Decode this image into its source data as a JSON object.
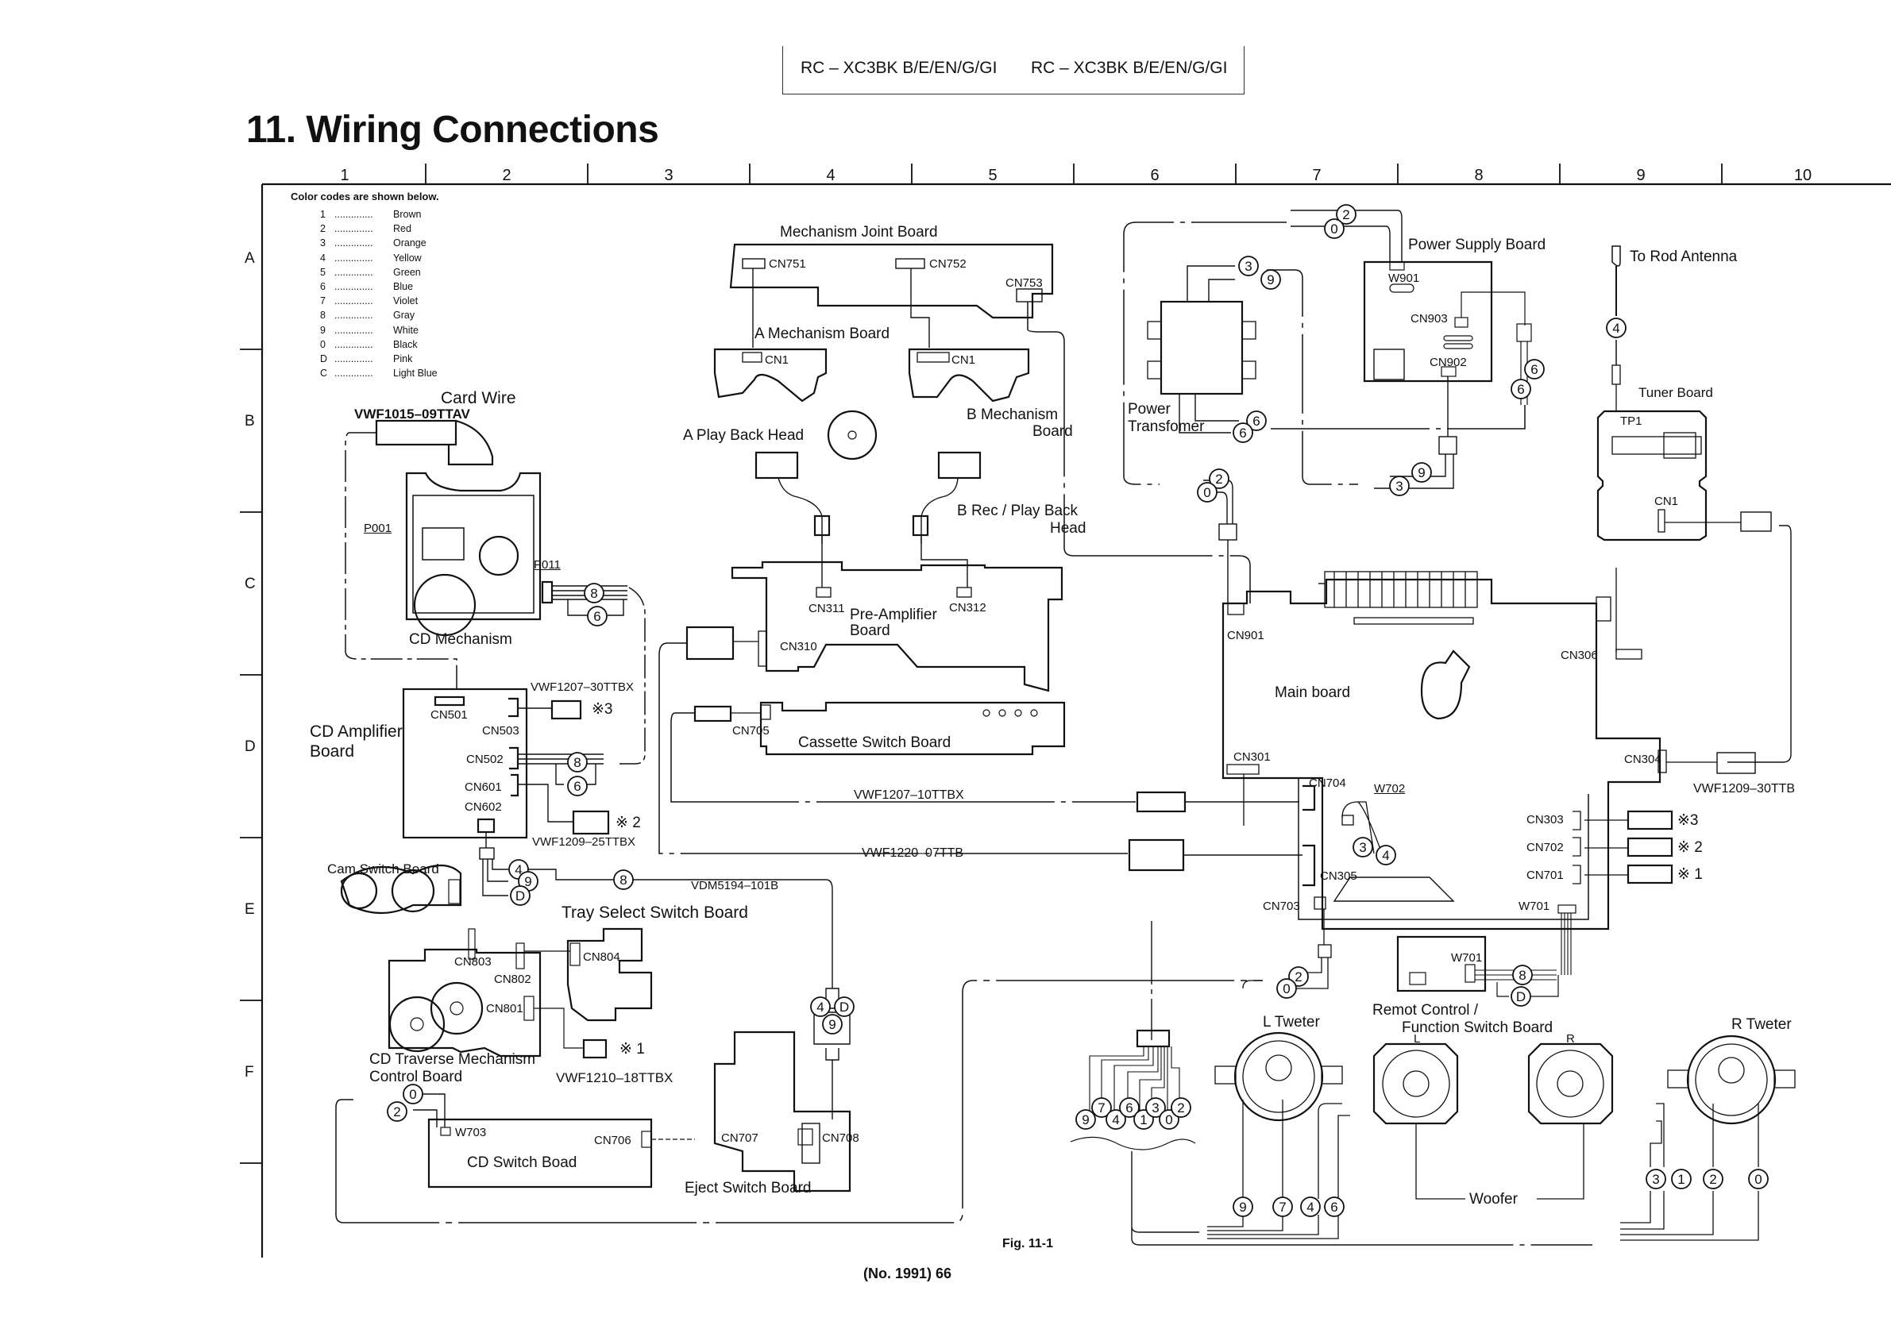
{
  "header": {
    "model_left": "RC – XC3BK B/E/EN/G/GI",
    "model_right": "RC – XC3BK B/E/EN/G/GI"
  },
  "title": "11. Wiring Connections",
  "grid": {
    "columns": [
      "1",
      "2",
      "3",
      "4",
      "5",
      "6",
      "7",
      "8",
      "9",
      "10"
    ],
    "rows": [
      "A",
      "B",
      "C",
      "D",
      "E",
      "F"
    ]
  },
  "legend": {
    "title": "Color codes are shown below.",
    "dots": "..............",
    "items": [
      {
        "code": "1",
        "color": "Brown"
      },
      {
        "code": "2",
        "color": "Red"
      },
      {
        "code": "3",
        "color": "Orange"
      },
      {
        "code": "4",
        "color": "Yellow"
      },
      {
        "code": "5",
        "color": "Green"
      },
      {
        "code": "6",
        "color": "Blue"
      },
      {
        "code": "7",
        "color": "Violet"
      },
      {
        "code": "8",
        "color": "Gray"
      },
      {
        "code": "9",
        "color": "White"
      },
      {
        "code": "0",
        "color": "Black"
      },
      {
        "code": "D",
        "color": "Pink"
      },
      {
        "code": "C",
        "color": "Light Blue"
      }
    ]
  },
  "boards": {
    "card_wire": "Card Wire",
    "card_wire_part": "VWF1015–09TTAV",
    "cd_mechanism": "CD Mechanism",
    "p001": "P001",
    "p011": "P011",
    "cd_amp": [
      "CD Amplifier",
      "Board"
    ],
    "cn501": "CN501",
    "cn503": "CN503",
    "cn502": "CN502",
    "cn601": "CN601",
    "cn602": "CN602",
    "vwf1207_30": "VWF1207–30TTBX",
    "vwf1209_25": "VWF1209–25TTBX",
    "ref3": "※3",
    "ref2": "※ 2",
    "ref1": "※ 1",
    "cam_switch": "Cam Switch Board",
    "vdm": "VDM5194–101B",
    "tray_select": "Tray Select Switch Board",
    "cn803": "CN803",
    "cn802": "CN802",
    "cn804": "CN804",
    "cn801": "CN801",
    "traverse": [
      "CD Traverse Mechanism",
      "Control Board"
    ],
    "vwf1210": "VWF1210–18TTBX",
    "w703": "W703",
    "cd_switch": "CD  Switch Boad",
    "cn706": "CN706",
    "cn707": "CN707",
    "cn708": "CN708",
    "eject_switch": "Eject Switch Board",
    "mech_joint": "Mechanism  Joint  Board",
    "cn751": "CN751",
    "cn752": "CN752",
    "cn753": "CN753",
    "a_mech": "A  Mechanism  Board",
    "cn1": "CN1",
    "b_mech": [
      "B  Mechanism",
      "Board"
    ],
    "a_head": "A  Play Back Head",
    "b_head": [
      "B  Rec / Play Back",
      "Head"
    ],
    "cn311": "CN311",
    "cn312": "CN312",
    "preamp": [
      "Pre-Amplifier",
      "Board"
    ],
    "cn310": "CN310",
    "cn705": "CN705",
    "cassette_switch": "Cassette  Switch  Board",
    "vwf1207_10": "VWF1207–10TTBX",
    "vwf1220_07": "VWF1220–07TTB",
    "power_supply": "Power  Supply  Board",
    "w901": "W901",
    "cn903": "CN903",
    "cn902": "CN902",
    "power_transformer": [
      "Power",
      "Transfomer"
    ],
    "rod_antenna": "To  Rod  Antenna",
    "tuner": "Tuner  Board",
    "tp1": "TP1",
    "tuner_cn1": "CN1",
    "main_board": "Main  board",
    "cn901": "CN901",
    "cn306": "CN306",
    "cn301": "CN301",
    "cn304": "CN304",
    "vwf1209_30": "VWF1209–30TTB",
    "cn704": "CN704",
    "w702": "W702",
    "cn305": "CN305",
    "cn703": "CN703",
    "cn303": "CN303",
    "cn702": "CN702",
    "cn701": "CN701",
    "w701": "W701",
    "w701b": "W701",
    "remote": [
      "Remot  Control /",
      "Function  Switch  Board"
    ],
    "l_tweeter": "L  Tweter",
    "r_tweeter": "R  Tweter",
    "woofer": "Woofer",
    "l": "L",
    "r": "R"
  },
  "wire_codes": {
    "cd_mech_8": "8",
    "cd_mech_6": "6",
    "amp_8": "8",
    "amp_6": "6",
    "cam_4": "4",
    "cam_9": "9",
    "cam_D": "D",
    "cam_8": "8",
    "ej_4": "4",
    "ej_9": "9",
    "ej_D": "D",
    "cdsw_0": "0",
    "cdsw_2": "2",
    "ps_2": "2",
    "ps_0": "0",
    "tr_3": "3",
    "tr_9": "9",
    "tr_6a": "6",
    "tr_6b": "6",
    "ps_6a": "6",
    "ps_6b": "6",
    "ps_9": "9",
    "ps_3": "3",
    "ps_2b": "2",
    "ps_0b": "0",
    "ant_4": "4",
    "w702_3": "3",
    "w702_4": "4",
    "cn703_2": "2",
    "cn703_0": "0",
    "rc_8": "8",
    "rc_D": "D",
    "conn": [
      "9",
      "7",
      "4",
      "6",
      "1",
      "3",
      "0",
      "2"
    ],
    "lt_9": "9",
    "lt_7": "7",
    "lw_4": "4",
    "lw_6": "6",
    "rw_3": "3",
    "rw_1": "1",
    "rt_2": "2",
    "rt_0": "0"
  },
  "footer": {
    "fig": "Fig.  11-1",
    "page": "(No. 1991) 66"
  }
}
